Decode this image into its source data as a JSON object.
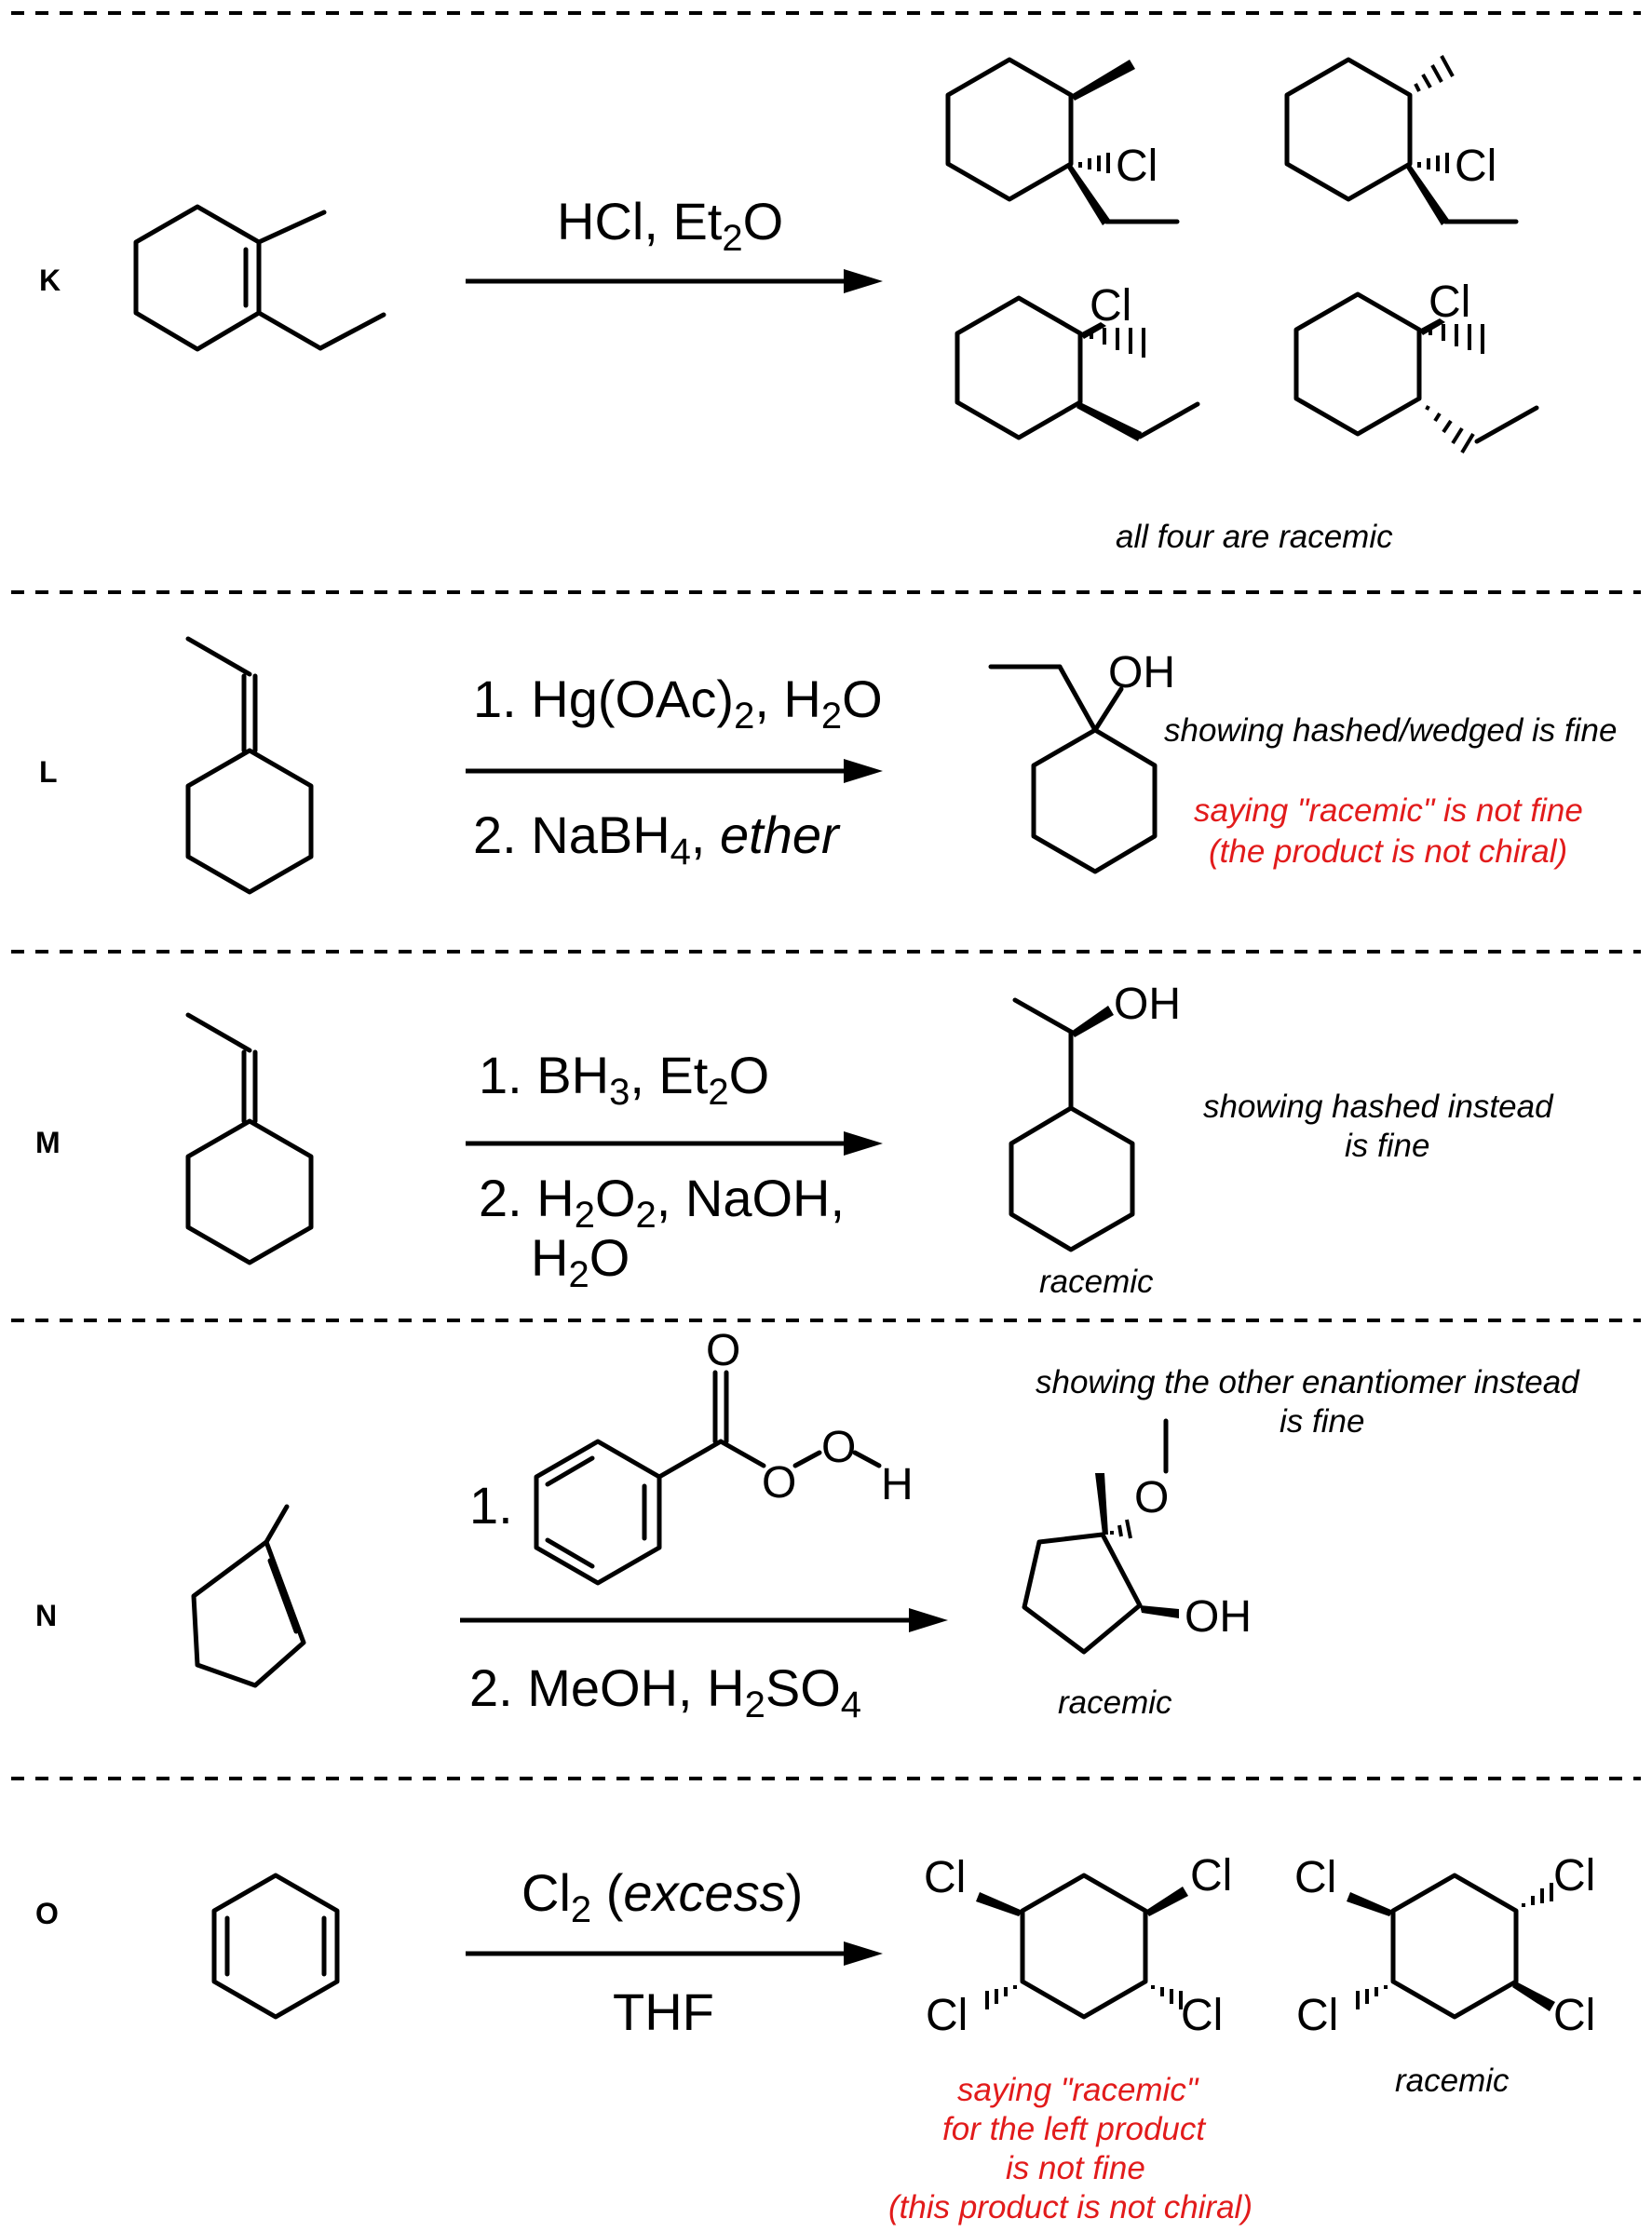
{
  "sections": [
    {
      "letter": "K",
      "reagents": {
        "line1": "HCl, Et",
        "line1_sub": "2",
        "line1_end": "O"
      },
      "note": "all four are racemic",
      "labels": {
        "cl": "Cl"
      }
    },
    {
      "letter": "L",
      "reagents": {
        "line1": "1. Hg(OAc)",
        "line1_sub": "2",
        "line1_mid": ", H",
        "line1_sub2": "2",
        "line1_end": "O",
        "line2": "2. NaBH",
        "line2_sub": "4",
        "line2_mid": ", ",
        "line2_italic": "ether"
      },
      "product_label": "OH",
      "note": "showing hashed/wedged is fine",
      "warning": [
        "saying \"racemic\" is not fine",
        "(the product is not chiral)"
      ]
    },
    {
      "letter": "M",
      "reagents": {
        "line1": "1. BH",
        "line1_sub": "3",
        "line1_mid": ", Et",
        "line1_sub2": "2",
        "line1_end": "O",
        "line2": "2. H",
        "line2_sub": "2",
        "line2_mid": "O",
        "line2_sub2": "2",
        "line2_end": ", NaOH,",
        "line3": "H",
        "line3_sub": "2",
        "line3_end": "O"
      },
      "product_label": "OH",
      "note": [
        "showing hashed instead",
        "is fine"
      ],
      "racemic": "racemic"
    },
    {
      "letter": "N",
      "reagents": {
        "step1": "1.",
        "peracid_labels": {
          "o_carbonyl": "O",
          "o1": "O",
          "o2": "O",
          "h": "H"
        },
        "line2": "2. MeOH, H",
        "line2_sub": "2",
        "line2_mid": "SO",
        "line2_sub2": "4"
      },
      "product_labels": {
        "o": "O",
        "oh": "OH"
      },
      "note": [
        "showing the other enantiomer instead",
        "is fine"
      ],
      "racemic": "racemic"
    },
    {
      "letter": "O",
      "reagents": {
        "line1": "Cl",
        "line1_sub": "2",
        "line1_mid": " (",
        "line1_italic": "excess",
        "line1_end": ")",
        "line2": "THF"
      },
      "labels": {
        "cl": "Cl"
      },
      "warning": [
        "saying \"racemic\"",
        "for the left product",
        "is not fine",
        "(this product is not chiral)"
      ],
      "racemic": "racemic"
    }
  ]
}
